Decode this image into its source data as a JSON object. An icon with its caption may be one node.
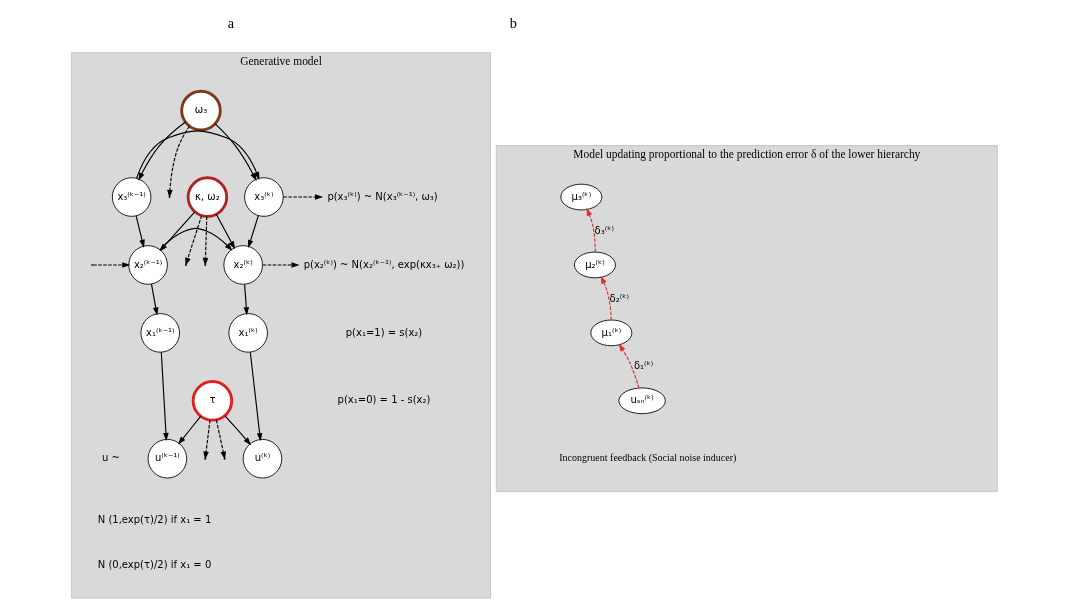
{
  "diagram": {
    "nodes": [
      {
        "text": [
          "Generative model"
        ]
      },
      {
        "text": [
          "ω₃"
        ],
        "in": 0
      },
      {
        "text": [
          "x₃⁽ᵏ⁻¹⁾"
        ],
        "in": 0
      },
      {
        "text": [
          "x₃⁽ᵏ⁾"
        ],
        "in": 0
      },
      {
        "text": [
          "κ, ω₂"
        ],
        "in": 0
      },
      {
        "text": [
          "x₂⁽ᵏ⁻¹⁾"
        ],
        "in": 0
      },
      {
        "text": [
          "x₂⁽ᵏ⁾"
        ],
        "in": 0
      },
      {
        "text": [
          "x₁⁽ᵏ⁻¹⁾"
        ],
        "in": 0
      },
      {
        "text": [
          "x₁⁽ᵏ⁾"
        ],
        "in": 0
      },
      {
        "text": [
          "τ"
        ],
        "in": 0
      },
      {
        "text": [
          "u⁽ᵏ⁻¹⁾"
        ],
        "in": 0
      },
      {
        "text": [
          "u⁽ᵏ⁾"
        ],
        "in": 0
      },
      {
        "text": [
          "p(x₃⁽ᵏ⁾) ~ N(x₃⁽ᵏ⁻¹⁾, ω₃)"
        ],
        "in": 0
      },
      {
        "text": [
          "p(x₂⁽ᵏ⁾) ~ N(x₂⁽ᵏ⁻¹⁾, exp(κx₃₊ ω₂))"
        ],
        "in": 0
      },
      {
        "text": [
          "Model updating proportional to the prediction error δ of the lower hierarchy"
        ]
      },
      {
        "text": [
          "μ₃⁽ᵏ⁾"
        ],
        "in": 14
      },
      {
        "text": [
          "μ₂⁽ᵏ⁾"
        ],
        "in": 14
      },
      {
        "text": [
          "μ₁⁽ᵏ⁾"
        ],
        "in": 14
      },
      {
        "text": [
          "uₛₙ⁽ᵏ⁾"
        ],
        "in": 14
      }
    ],
    "edges": [
      {
        "from": 1,
        "to": 2,
        "arrow": "to"
      },
      {
        "from": 1,
        "to": 3,
        "arrow": "to"
      },
      {
        "from": 1,
        "to": null,
        "arrow": "to",
        "style": "dashed"
      },
      {
        "from": 2,
        "to": 3,
        "arrow": "to"
      },
      {
        "from": 3,
        "to": 12,
        "arrow": "to",
        "style": "dashed"
      },
      {
        "from": 2,
        "to": 5,
        "arrow": "to"
      },
      {
        "from": 3,
        "to": 6,
        "arrow": "to"
      },
      {
        "from": 4,
        "to": 5,
        "arrow": "to"
      },
      {
        "from": 4,
        "to": 6,
        "arrow": "to"
      },
      {
        "from": 4,
        "to": null,
        "arrow": "to",
        "style": "dashed"
      },
      {
        "from": 4,
        "to": null,
        "arrow": "to",
        "style": "dashed"
      },
      {
        "from": null,
        "to": 5,
        "arrow": "to",
        "style": "dashed"
      },
      {
        "from": 5,
        "to": 6,
        "arrow": "to"
      },
      {
        "from": 6,
        "to": 13,
        "arrow": "to",
        "style": "dashed"
      },
      {
        "from": 5,
        "to": 7,
        "arrow": "to"
      },
      {
        "from": 6,
        "to": 8,
        "arrow": "to"
      },
      {
        "from": 7,
        "to": 10,
        "arrow": "to"
      },
      {
        "from": 8,
        "to": 11,
        "arrow": "to"
      },
      {
        "from": 9,
        "to": 10,
        "arrow": "to"
      },
      {
        "from": 9,
        "to": 11,
        "arrow": "to"
      },
      {
        "from": 9,
        "to": null,
        "arrow": "to",
        "style": "dashed"
      },
      {
        "from": 9,
        "to": null,
        "arrow": "to",
        "style": "dashed"
      },
      {
        "from": 18,
        "to": 17,
        "arrow": "to",
        "style": "dashed",
        "color": "#e03030",
        "label": "δ₁⁽ᵏ⁾"
      },
      {
        "from": 17,
        "to": 16,
        "arrow": "to",
        "style": "dashed",
        "color": "#e03030",
        "label": "δ₂⁽ᵏ⁾"
      },
      {
        "from": 16,
        "to": 15,
        "arrow": "to",
        "style": "dashed",
        "color": "#e03030",
        "label": "δ₃⁽ᵏ⁾"
      }
    ],
    "labels": [
      "a",
      "b",
      "p(x₁=1) = s(x₂)",
      "p(x₁=0) = 1 - s(x₂)",
      "u ~",
      "N (1,exp(τ)/2) if x₁ = 1",
      "N (0,exp(τ)/2) if x₁ = 0",
      "Incongruent feedback (Social noise inducer)"
    ]
  }
}
